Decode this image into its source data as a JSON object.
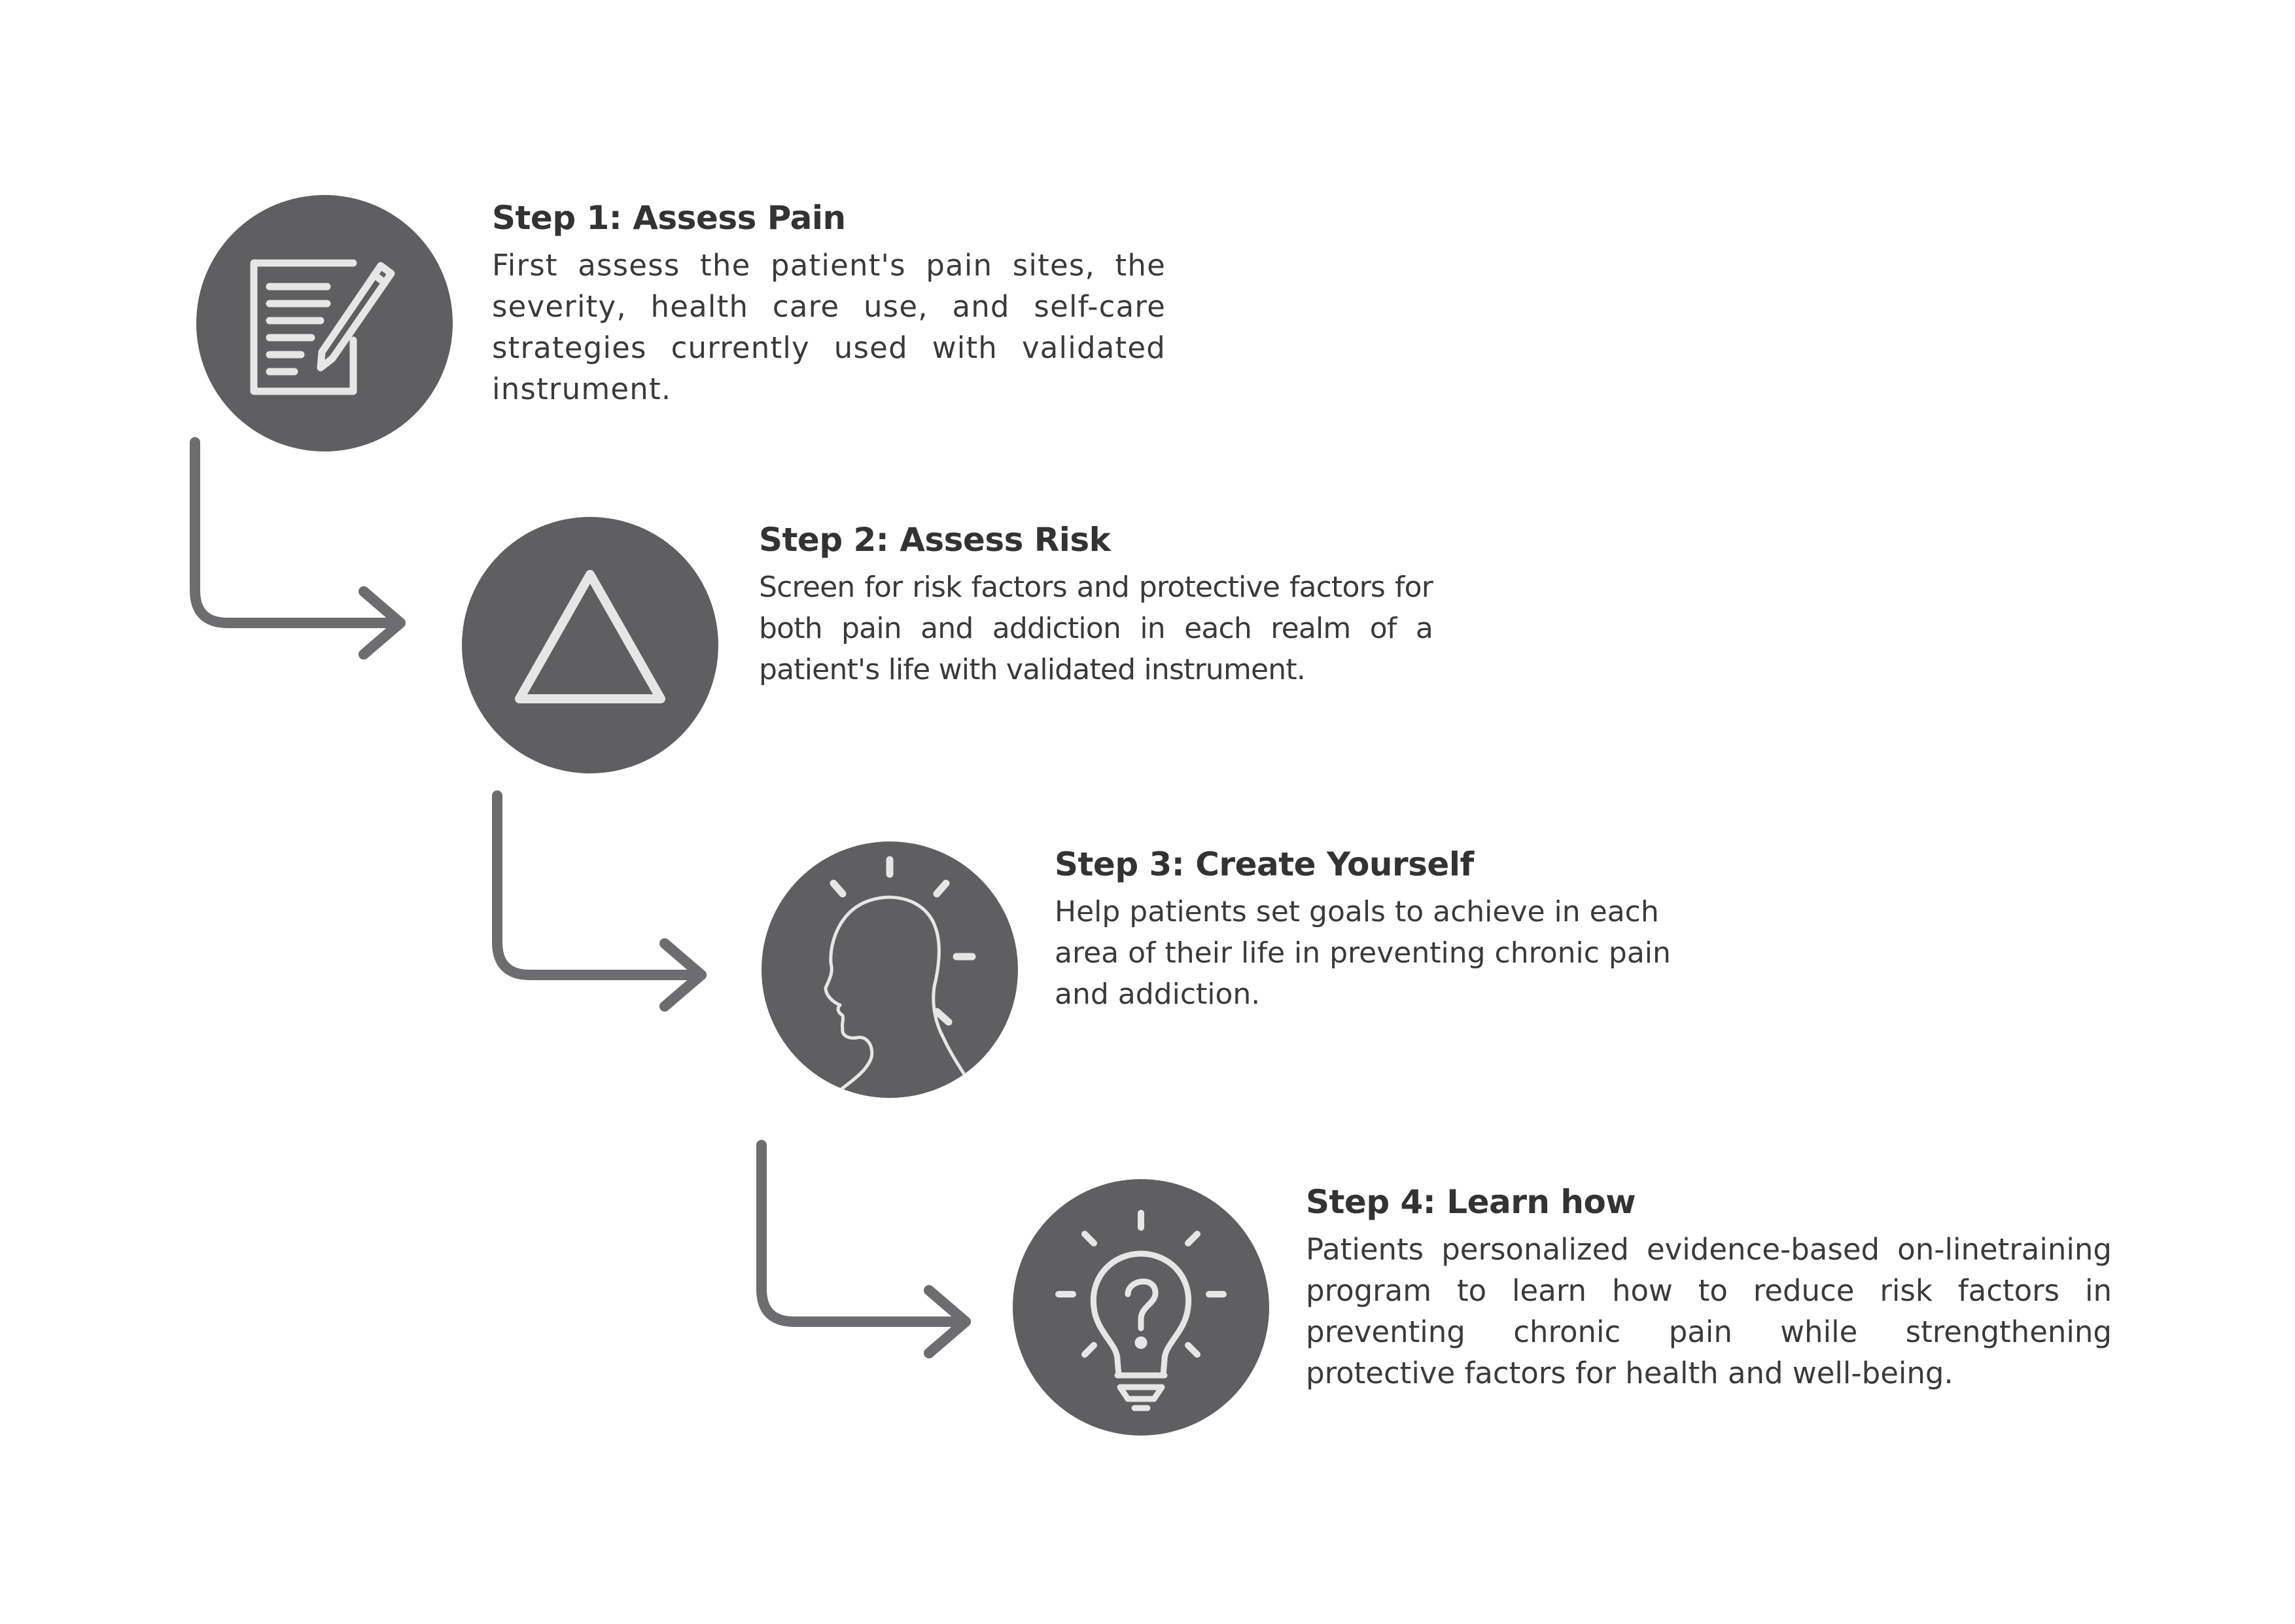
{
  "colors": {
    "circle": "#5f5f61",
    "icon_stroke": "#e6e6e6",
    "connector": "#6d6d70",
    "text": "#333333"
  },
  "steps": [
    {
      "title": "Step 1: Assess Pain",
      "body": "First assess the patient's pain sites, the severity, health care use, and self-care strategies currently used with validated instrument.",
      "icon": "document-pencil-icon"
    },
    {
      "title": "Step 2: Assess Risk",
      "body": "Screen for risk factors and protective factors for both pain and addiction in each realm of a patient's life with validated instrument.",
      "icon": "triangle-warning-icon"
    },
    {
      "title": "Step 3: Create Yourself",
      "body": "Help patients set  goals to achieve in each area of their life in preventing chronic pain and addiction.",
      "icon": "head-idea-icon"
    },
    {
      "title": "Step 4: Learn how",
      "body": "Patients personalized evidence-based on-linetraining program to learn how to reduce risk factors in preventing chronic pain while strengthening protective factors for health and well-being.",
      "icon": "lightbulb-question-icon"
    }
  ]
}
